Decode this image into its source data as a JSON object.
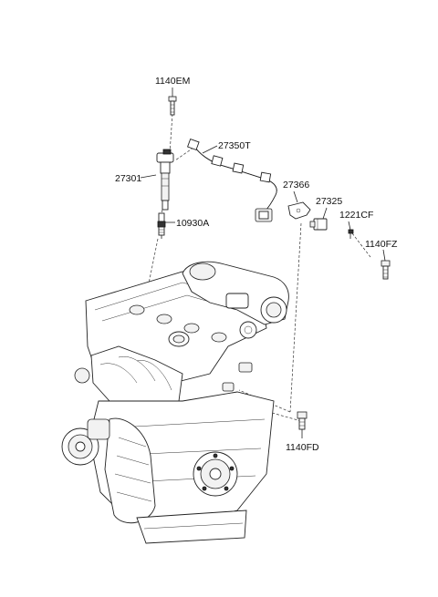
{
  "labels": {
    "bolt_top": "1140EM",
    "ignition_coil": "27301",
    "wiring_harness": "27350T",
    "spark_plug": "10930A",
    "bracket": "27366",
    "sensor": "27325",
    "screw": "1221CF",
    "bolt_right": "1140FZ",
    "bolt_bottom": "1140FD"
  }
}
